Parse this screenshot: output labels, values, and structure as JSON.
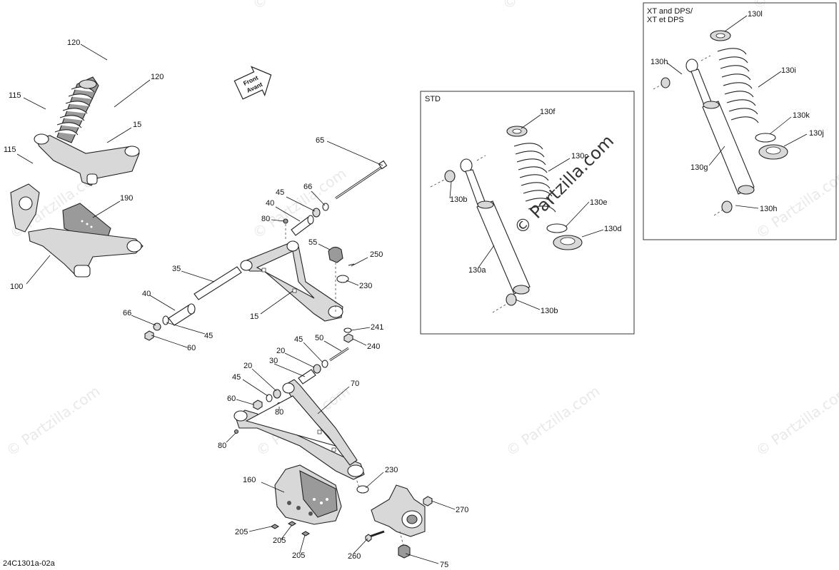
{
  "diagram_code": "24C1301a-02a",
  "front_arrow": {
    "line1": "Front",
    "line2": "Avant"
  },
  "watermark": "© Partzilla.com",
  "boxes": {
    "std": {
      "title": "STD"
    },
    "xt": {
      "title_line1": "XT and DPS/",
      "title_line2": "XT et DPS"
    }
  },
  "callouts": [
    {
      "id": "c120a",
      "text": "120"
    },
    {
      "id": "c120b",
      "text": "120"
    },
    {
      "id": "c115a",
      "text": "115"
    },
    {
      "id": "c115b",
      "text": "115"
    },
    {
      "id": "c15a",
      "text": "15"
    },
    {
      "id": "c190",
      "text": "190"
    },
    {
      "id": "c100",
      "text": "100"
    },
    {
      "id": "c65",
      "text": "65"
    },
    {
      "id": "c45a",
      "text": "45"
    },
    {
      "id": "c66a",
      "text": "66"
    },
    {
      "id": "c40a",
      "text": "40"
    },
    {
      "id": "c80a",
      "text": "80"
    },
    {
      "id": "c55",
      "text": "55"
    },
    {
      "id": "c250",
      "text": "250"
    },
    {
      "id": "c230a",
      "text": "230"
    },
    {
      "id": "c35",
      "text": "35"
    },
    {
      "id": "c40b",
      "text": "40"
    },
    {
      "id": "c15b",
      "text": "15"
    },
    {
      "id": "c66b",
      "text": "66"
    },
    {
      "id": "c45b",
      "text": "45"
    },
    {
      "id": "c60a",
      "text": "60"
    },
    {
      "id": "c241",
      "text": "241"
    },
    {
      "id": "c240",
      "text": "240"
    },
    {
      "id": "c45c",
      "text": "45"
    },
    {
      "id": "c50",
      "text": "50"
    },
    {
      "id": "c20a",
      "text": "20"
    },
    {
      "id": "c30",
      "text": "30"
    },
    {
      "id": "c20b",
      "text": "20"
    },
    {
      "id": "c45d",
      "text": "45"
    },
    {
      "id": "c70",
      "text": "70"
    },
    {
      "id": "c60b",
      "text": "60"
    },
    {
      "id": "c80b",
      "text": "80"
    },
    {
      "id": "c80c",
      "text": "80"
    },
    {
      "id": "c160",
      "text": "160"
    },
    {
      "id": "c230b",
      "text": "230"
    },
    {
      "id": "c270",
      "text": "270"
    },
    {
      "id": "c205a",
      "text": "205"
    },
    {
      "id": "c205b",
      "text": "205"
    },
    {
      "id": "c205c",
      "text": "205"
    },
    {
      "id": "c260",
      "text": "260"
    },
    {
      "id": "c75",
      "text": "75"
    },
    {
      "id": "c130f",
      "text": "130f"
    },
    {
      "id": "c130c",
      "text": "130c"
    },
    {
      "id": "c130b1",
      "text": "130b"
    },
    {
      "id": "c130e",
      "text": "130e"
    },
    {
      "id": "c130d",
      "text": "130d"
    },
    {
      "id": "c130a",
      "text": "130a"
    },
    {
      "id": "c130b2",
      "text": "130b"
    },
    {
      "id": "c130l",
      "text": "130l"
    },
    {
      "id": "c130h1",
      "text": "130h"
    },
    {
      "id": "c130i",
      "text": "130i"
    },
    {
      "id": "c130k",
      "text": "130k"
    },
    {
      "id": "c130j",
      "text": "130j"
    },
    {
      "id": "c130g",
      "text": "130g"
    },
    {
      "id": "c130h2",
      "text": "130h"
    }
  ]
}
